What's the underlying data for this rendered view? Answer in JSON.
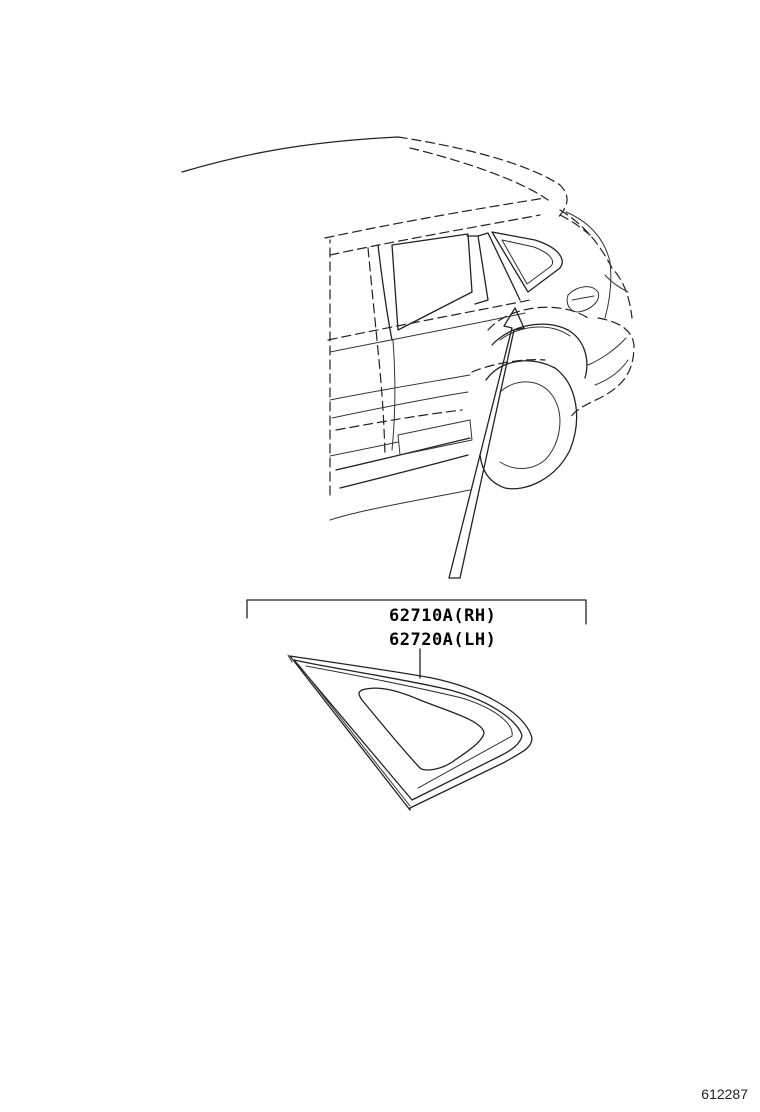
{
  "parts": [
    {
      "number": "62710A(RH)"
    },
    {
      "number": "62720A(LH)"
    }
  ],
  "diagram_id": "612287",
  "colors": {
    "line": "#222222",
    "background": "#ffffff"
  },
  "icons": {
    "vehicle": "suv-rear-quarter-illustration",
    "part": "quarter-window-glass-illustration"
  }
}
